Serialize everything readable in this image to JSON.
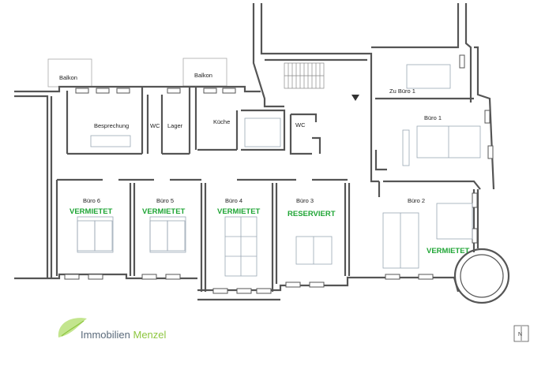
{
  "rooms": {
    "balkon_left": "Balkon",
    "balkon_right": "Balkon",
    "besprechung": "Besprechung",
    "wc_left": "WC",
    "lager": "Lager",
    "kueche": "Küche",
    "wc_right": "WC",
    "zu_buero_1": "Zu Büro 1",
    "buero_1": "Büro 1",
    "buero_2": "Büro 2",
    "buero_3": "Büro 3",
    "buero_4": "Büro 4",
    "buero_5": "Büro 5",
    "buero_6": "Büro 6"
  },
  "status": {
    "buero_6": "VERMIETET",
    "buero_5": "VERMIETET",
    "buero_4": "VERMIETET",
    "buero_3": "RESERVIERT",
    "buero_2": "VERMIETET"
  },
  "logo": {
    "name_part1": "Immobilien",
    "name_part2": "Menzel"
  },
  "compass": {
    "north": "N"
  },
  "colors": {
    "status_green": "#1fa535",
    "wall": "#555555",
    "furniture": "#9aa7b4",
    "logo_green": "#8dc63f",
    "logo_grey": "#5a6a7a"
  }
}
